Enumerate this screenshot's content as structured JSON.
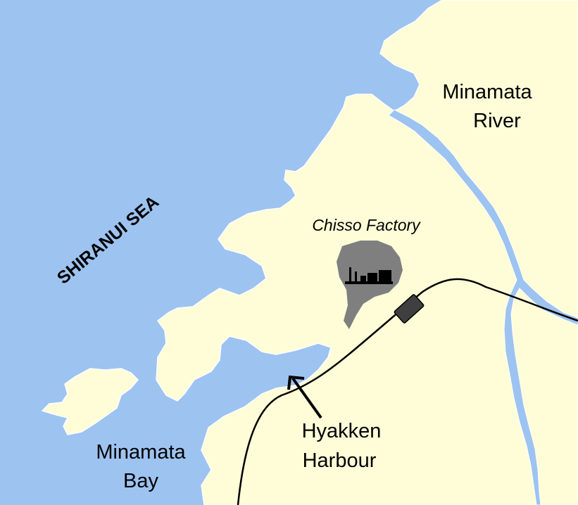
{
  "map": {
    "colors": {
      "water": "#9dc3f0",
      "land": "#fefdd8",
      "coast": "#ffffff",
      "factory_area": "#7f7f7f",
      "railway": "#000000",
      "station": "#3f3f3f",
      "text": "#000000"
    },
    "labels": {
      "sea": "SHIRANUI SEA",
      "river_line1": "Minamata",
      "river_line2": "River",
      "factory": "Chisso Factory",
      "harbour_line1": "Hyakken",
      "harbour_line2": "Harbour",
      "bay_line1": "Minamata",
      "bay_line2": "Bay"
    },
    "icons": {
      "factory": "factory-icon",
      "station": "station-icon",
      "arrow": "arrow-icon"
    }
  }
}
